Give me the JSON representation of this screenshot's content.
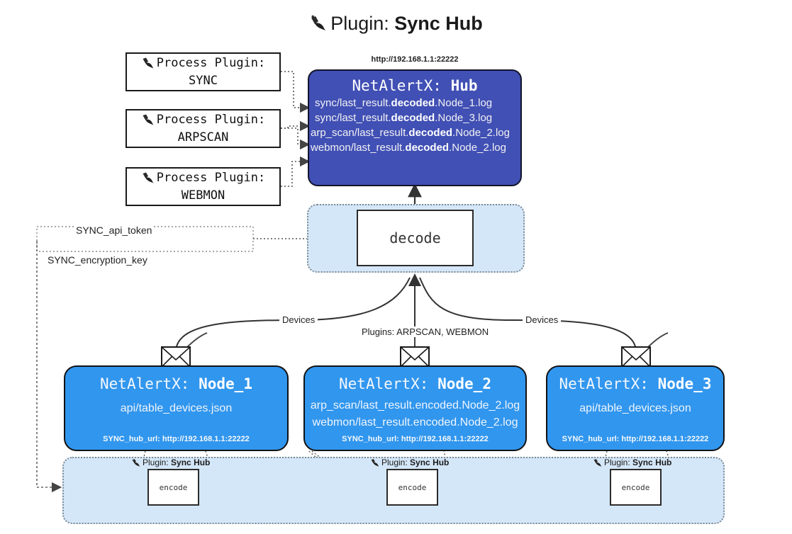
{
  "title": {
    "icon": "plug-icon",
    "prefix": "Plugin:",
    "name": "Sync Hub"
  },
  "process_plugins": [
    {
      "label": "Process Plugin:",
      "name": "SYNC",
      "icon": "plug-icon"
    },
    {
      "label": "Process Plugin:",
      "name": "ARPSCAN",
      "icon": "plug-icon"
    },
    {
      "label": "Process Plugin:",
      "name": "WEBMON",
      "icon": "plug-icon"
    }
  ],
  "hub": {
    "url": "http://192.168.1.1:22222",
    "title_prefix": "NetAlertX:",
    "title_name": "Hub",
    "lines": [
      {
        "pre": "sync/last_result.",
        "em": "decoded",
        "post": ".Node_1.log"
      },
      {
        "pre": "sync/last_result.",
        "em": "decoded",
        "post": ".Node_3.log"
      },
      {
        "pre": "arp_scan/last_result.",
        "em": "decoded",
        "post": ".Node_2.log"
      },
      {
        "pre": "webmon/last_result.",
        "em": "decoded",
        "post": ".Node_2.log"
      }
    ]
  },
  "decode": {
    "label": "decode"
  },
  "keys": [
    {
      "label": "SYNC_api_token"
    },
    {
      "label": "SYNC_encryption_key"
    }
  ],
  "edge_labels": {
    "devices_left": "Devices",
    "devices_right": "Devices",
    "plugins_middle": "Plugins: ARPSCAN, WEBMON"
  },
  "nodes": [
    {
      "title_prefix": "NetAlertX:",
      "title_name": "Node_1",
      "icon": "envelope-icon",
      "lines": [
        "api/table_devices.json"
      ],
      "footer": "SYNC_hub_url: http://192.168.1.1:22222"
    },
    {
      "title_prefix": "NetAlertX:",
      "title_name": "Node_2",
      "icon": "envelope-icon",
      "lines": [
        "arp_scan/last_result.encoded.Node_2.log",
        "webmon/last_result.encoded.Node_2.log"
      ],
      "footer": "SYNC_hub_url: http://192.168.1.1:22222"
    },
    {
      "title_prefix": "NetAlertX:",
      "title_name": "Node_3",
      "icon": "envelope-icon",
      "lines": [
        "api/table_devices.json"
      ],
      "footer": "SYNC_hub_url: http://192.168.1.1:22222"
    }
  ],
  "encoders": [
    {
      "plugin_prefix": "Plugin:",
      "plugin_name": "Sync Hub",
      "label": "encode",
      "icon": "plug-icon"
    },
    {
      "plugin_prefix": "Plugin:",
      "plugin_name": "Sync Hub",
      "label": "encode",
      "icon": "plug-icon"
    },
    {
      "plugin_prefix": "Plugin:",
      "plugin_name": "Sync Hub",
      "label": "encode",
      "icon": "plug-icon"
    }
  ],
  "colors": {
    "hub_blue": "#4150b4",
    "node_blue": "#3196ee",
    "zone_blue": "#d4e7f8",
    "stroke": "#1a1a1a"
  }
}
